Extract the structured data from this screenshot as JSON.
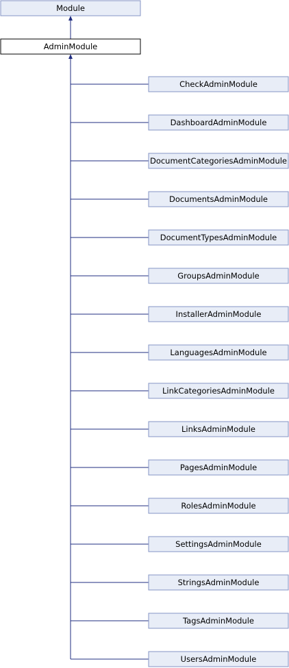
{
  "diagram": {
    "base_class": {
      "label": "Module"
    },
    "parent_class": {
      "label": "AdminModule"
    },
    "subclasses": [
      {
        "label": "CheckAdminModule"
      },
      {
        "label": "DashboardAdminModule"
      },
      {
        "label": "DocumentCategoriesAdminModule"
      },
      {
        "label": "DocumentsAdminModule"
      },
      {
        "label": "DocumentTypesAdminModule"
      },
      {
        "label": "GroupsAdminModule"
      },
      {
        "label": "InstallerAdminModule"
      },
      {
        "label": "LanguagesAdminModule"
      },
      {
        "label": "LinkCategoriesAdminModule"
      },
      {
        "label": "LinksAdminModule"
      },
      {
        "label": "PagesAdminModule"
      },
      {
        "label": "RolesAdminModule"
      },
      {
        "label": "SettingsAdminModule"
      },
      {
        "label": "StringsAdminModule"
      },
      {
        "label": "TagsAdminModule"
      },
      {
        "label": "UsersAdminModule"
      }
    ],
    "colors": {
      "node_fill": "#e8edf7",
      "node_border": "#8494c4",
      "highlight_fill": "#ffffff",
      "highlight_border": "#000000",
      "edge": "#1f2c80"
    }
  }
}
